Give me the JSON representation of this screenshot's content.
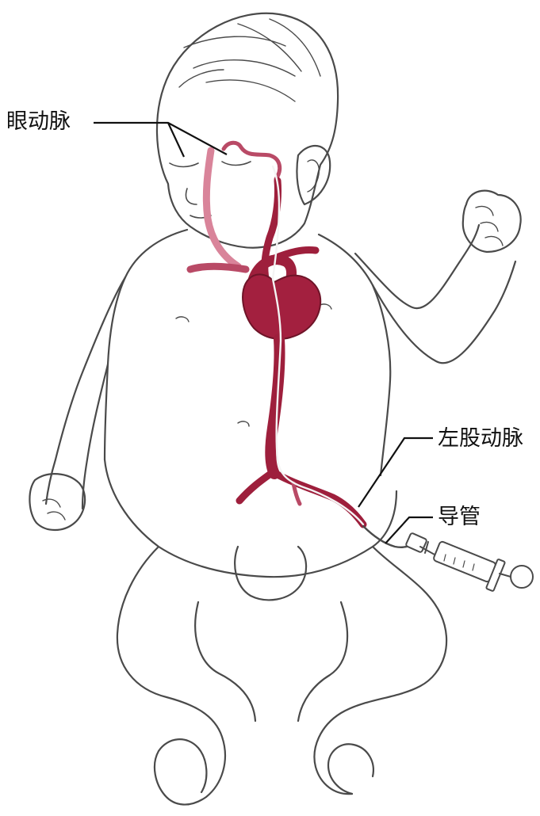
{
  "labels": {
    "ophthalmic_artery": "眼动脉",
    "left_femoral_artery": "左股动脉",
    "catheter": "导管"
  },
  "colors": {
    "outline": "#4a4a4a",
    "artery": "#9e1f3c",
    "artery_light": "#d9849a",
    "heart": "#a3203f",
    "leader_line": "#111111",
    "background": "#ffffff"
  }
}
